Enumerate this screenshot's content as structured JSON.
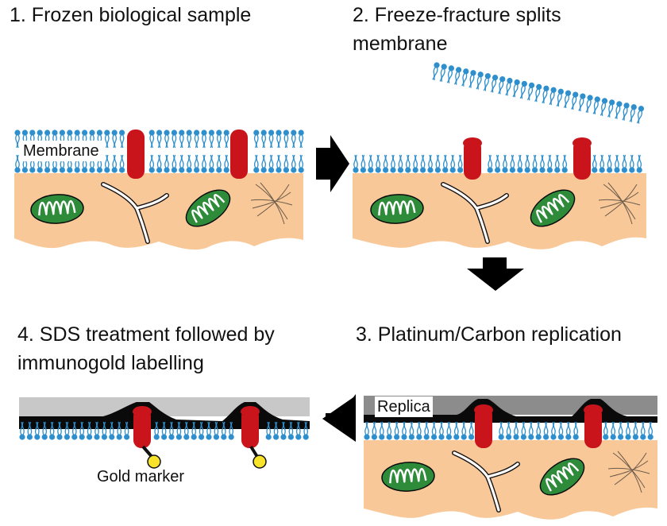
{
  "steps": {
    "step1": {
      "title": "1. Frozen biological sample",
      "membrane_label": "Membrane"
    },
    "step2": {
      "title_line1": "2. Freeze-fracture splits",
      "title_line2": "membrane"
    },
    "step3": {
      "title": "3. Platinum/Carbon replication",
      "replica_label": "Replica"
    },
    "step4": {
      "title_line1": "4. SDS treatment followed by",
      "title_line2": "immunogold labelling",
      "gold_label": "Gold marker"
    }
  },
  "colors": {
    "cytoplasm": "#F9C899",
    "lipid": "#2E8FCC",
    "protein": "#C8141A",
    "mitochondrion_fill": "#2E8B3A",
    "gold": "#F7E32A",
    "replica_light": "#C8C8C8",
    "replica_dark": "#8C8C8C",
    "arrow": "#000000"
  }
}
